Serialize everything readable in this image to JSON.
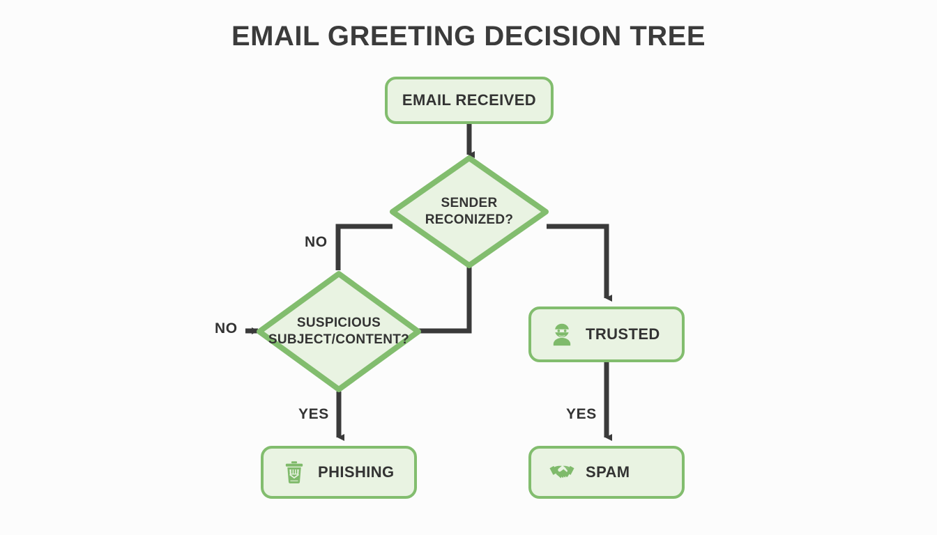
{
  "title": "EMAIL GREETING DECISION TREE",
  "colors": {
    "background": "#fcfcfc",
    "node_fill": "#e9f3e2",
    "node_border": "#82bd6e",
    "icon_green": "#7fba6b",
    "connector": "#3a3a3a",
    "text": "#333333",
    "title_text": "#3b3b3b"
  },
  "nodes": {
    "start": {
      "id": "email-received",
      "label": "EMAIL RECEIVED",
      "shape": "rounded-rect",
      "icon": null
    },
    "decision_sender": {
      "id": "sender-recognized",
      "label_line1": "SENDER",
      "label_line2": "RECONIZED?",
      "shape": "diamond"
    },
    "decision_suspicious": {
      "id": "suspicious-subject-content",
      "label_line1": "SUSPICIOUS",
      "label_line2": "SUBJECT/CONTENT?",
      "shape": "diamond"
    },
    "trusted": {
      "id": "trusted",
      "label": "TRUSTED",
      "shape": "rounded-rect",
      "icon": "masked-burglar-icon"
    },
    "phishing": {
      "id": "phishing",
      "label": "PHISHING",
      "shape": "rounded-rect",
      "icon": "trash-envelope-icon"
    },
    "spam": {
      "id": "spam",
      "label": "SPAM",
      "shape": "rounded-rect",
      "icon": "handshake-icon"
    }
  },
  "edge_labels": {
    "sender_no": "NO",
    "suspicious_no": "NO",
    "suspicious_yes": "YES",
    "trusted_yes": "YES"
  }
}
